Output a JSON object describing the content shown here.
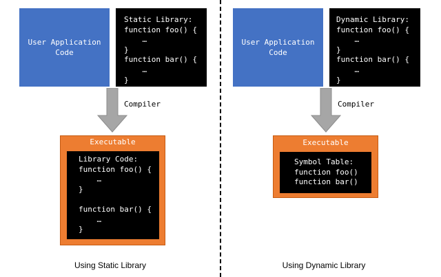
{
  "static_side": {
    "app_box": {
      "text": "User Application\nCode"
    },
    "library_box": {
      "code": "Static Library:\nfunction foo() {\n    …\n}\nfunction bar() {\n    …\n}"
    },
    "compiler_label": "Compiler",
    "executable": {
      "title": "Executable",
      "code": "Library Code:\nfunction foo() {\n    …\n}\n\nfunction bar() {\n    …\n}"
    },
    "caption": "Using Static Library"
  },
  "dynamic_side": {
    "app_box": {
      "text": "User Application\nCode"
    },
    "library_box": {
      "code": "Dynamic Library:\nfunction foo() {\n    …\n}\nfunction bar() {\n    …\n}"
    },
    "compiler_label": "Compiler",
    "executable": {
      "title": "Executable",
      "code": "Symbol Table:\nfunction foo()\nfunction bar()"
    },
    "caption": "Using Dynamic Library"
  },
  "colors": {
    "app_box": "#4472c4",
    "code_bg": "#000000",
    "executable": "#ed7d31",
    "arrow": "#a6a6a6"
  }
}
